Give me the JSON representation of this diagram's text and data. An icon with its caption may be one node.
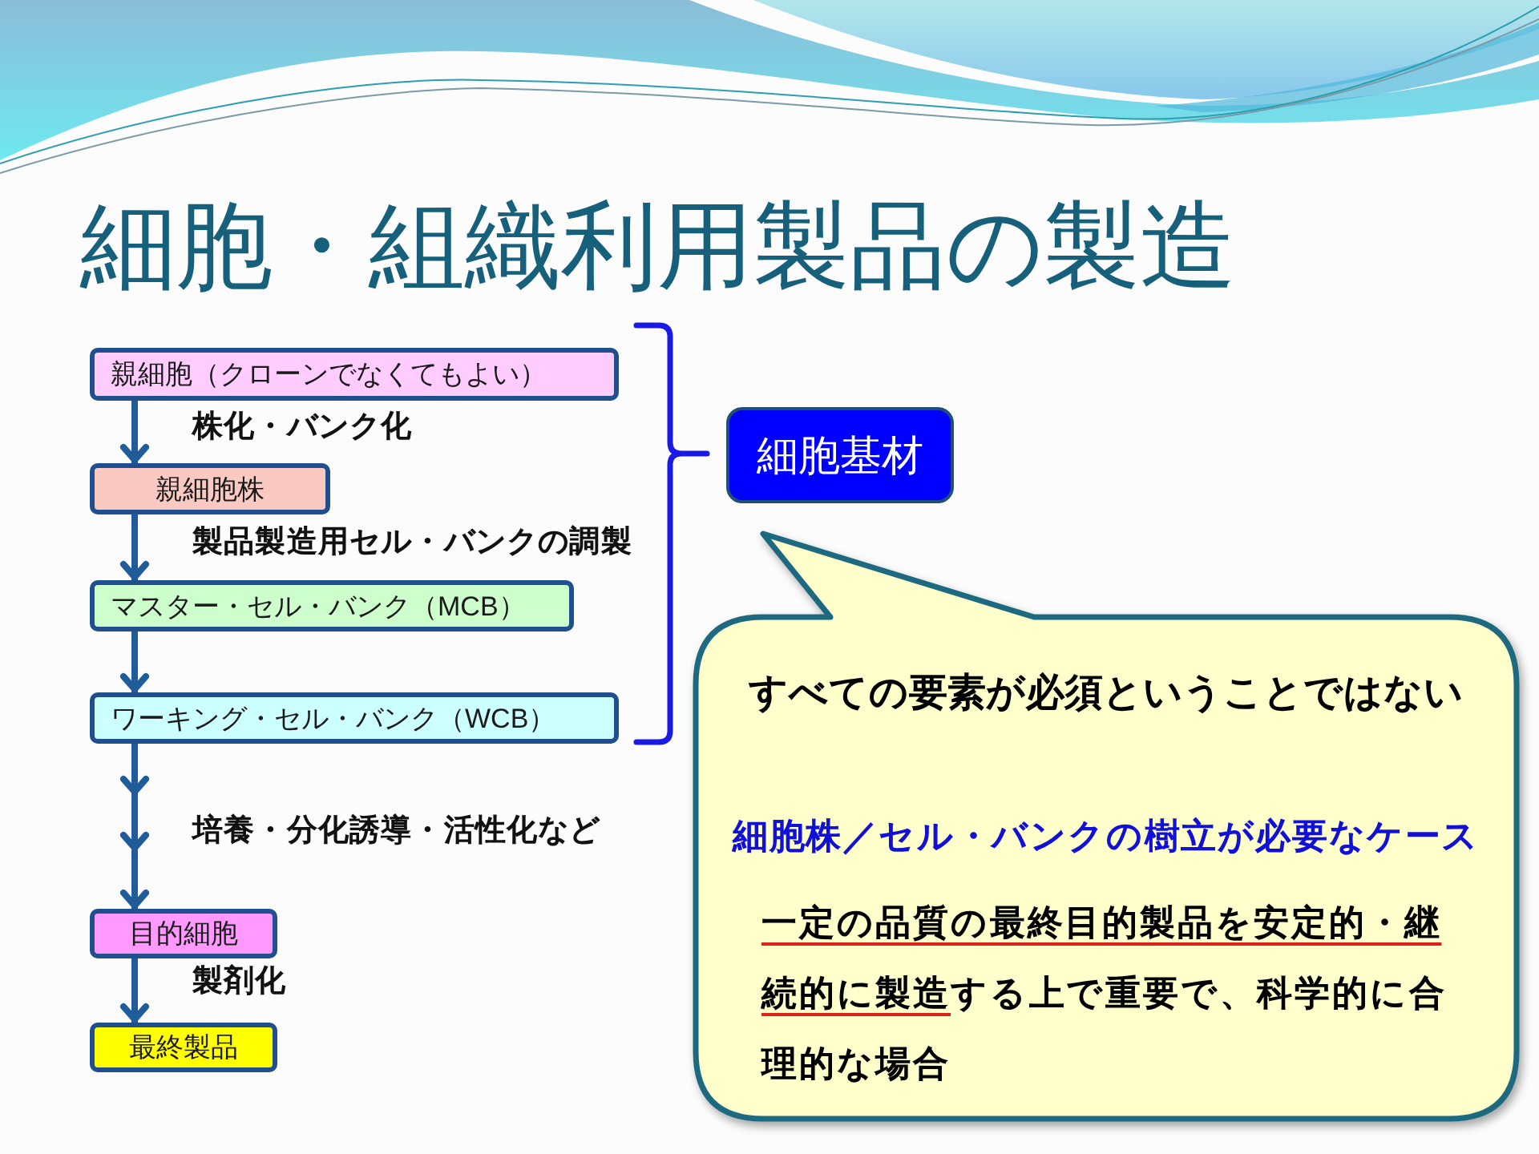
{
  "diagram": {
    "title": "細胞・組織利用製品の製造",
    "nodes": [
      {
        "text": [
          "親細胞（クローンでなくてもよい）"
        ]
      },
      {
        "text": [
          "親細胞株"
        ]
      },
      {
        "text": [
          "マスター・セル・バンク（MCB）"
        ]
      },
      {
        "text": [
          "ワーキング・セル・バンク（WCB）"
        ]
      },
      {
        "text": [
          "目的細胞"
        ]
      },
      {
        "text": [
          "最終製品"
        ]
      },
      {
        "text": [
          "細胞基材"
        ]
      },
      {
        "text": [
          "すべての要素が必須ということではない",
          "細胞株／セル・バンクの樹立が必要なケース",
          "一定の品質の最終目的製品を安定的・継続的に製造する上で重要で、科学的に合理的な場合"
        ]
      }
    ],
    "edges": [
      {
        "from": 0,
        "to": 1,
        "arrow": "to",
        "label": "株化・バンク化"
      },
      {
        "from": 1,
        "to": 2,
        "arrow": "to",
        "label": "製品製造用セル・バンクの調製"
      },
      {
        "from": 2,
        "to": 3,
        "arrow": "to"
      },
      {
        "from": 3,
        "to": 4,
        "arrow": "to",
        "label": "培養・分化誘導・活性化など"
      },
      {
        "from": 4,
        "to": 5,
        "arrow": "to",
        "label": "製剤化"
      }
    ]
  }
}
